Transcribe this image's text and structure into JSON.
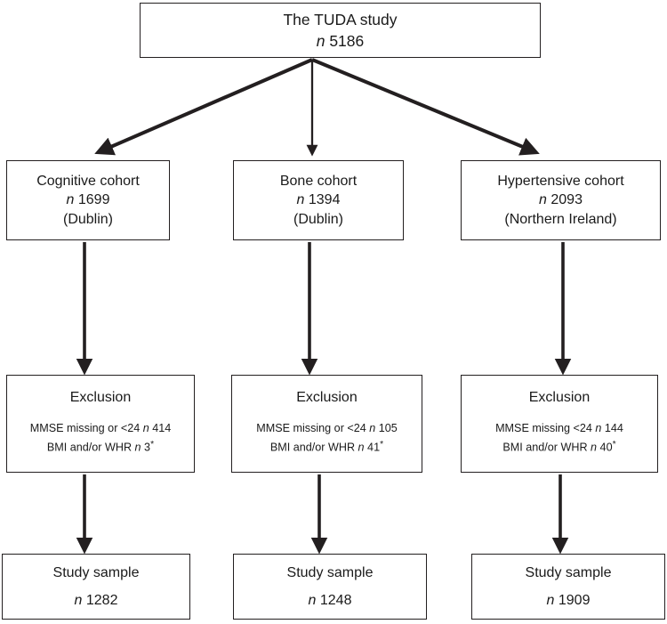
{
  "figure": {
    "type": "flowchart",
    "title": "TUDA study participant flow diagram",
    "colors": {
      "stroke": "#231f20",
      "background": "#ffffff",
      "text": "#1a1a1a"
    }
  },
  "top": {
    "title": "The  TUDA study",
    "n_label": "n",
    "n_value": "5186"
  },
  "cohorts": [
    {
      "name": "Cognitive cohort",
      "n_label": "n",
      "n_value": "1699",
      "location": "(Dublin)"
    },
    {
      "name": "Bone cohort",
      "n_label": "n",
      "n_value": "1394",
      "location": "(Dublin)"
    },
    {
      "name": "Hypertensive cohort",
      "n_label": "n",
      "n_value": "2093",
      "location": "(Northern Ireland)"
    }
  ],
  "exclusions": [
    {
      "heading": "Exclusion",
      "line1_pre": "MMSE missing or <24 ",
      "line1_n": "n",
      "line1_value": " 414",
      "line2_pre": "BMI and/or WHR ",
      "line2_n": "n",
      "line2_value": " 3",
      "line2_marker": "*"
    },
    {
      "heading": "Exclusion",
      "line1_pre": "MMSE missing or <24 ",
      "line1_n": "n",
      "line1_value": " 105",
      "line2_pre": "BMI and/or WHR ",
      "line2_n": "n",
      "line2_value": " 41",
      "line2_marker": "*"
    },
    {
      "heading": "Exclusion",
      "line1_pre": "MMSE missing <24 ",
      "line1_n": "n",
      "line1_value": " 144",
      "line2_pre": "BMI and/or WHR ",
      "line2_n": "n",
      "line2_value": " 40",
      "line2_marker": "*"
    }
  ],
  "samples": [
    {
      "label": "Study sample",
      "n_label": "n",
      "n_value": "1282"
    },
    {
      "label": "Study sample",
      "n_label": "n",
      "n_value": "1248"
    },
    {
      "label": "Study sample",
      "n_label": "n",
      "n_value": "1909"
    }
  ]
}
